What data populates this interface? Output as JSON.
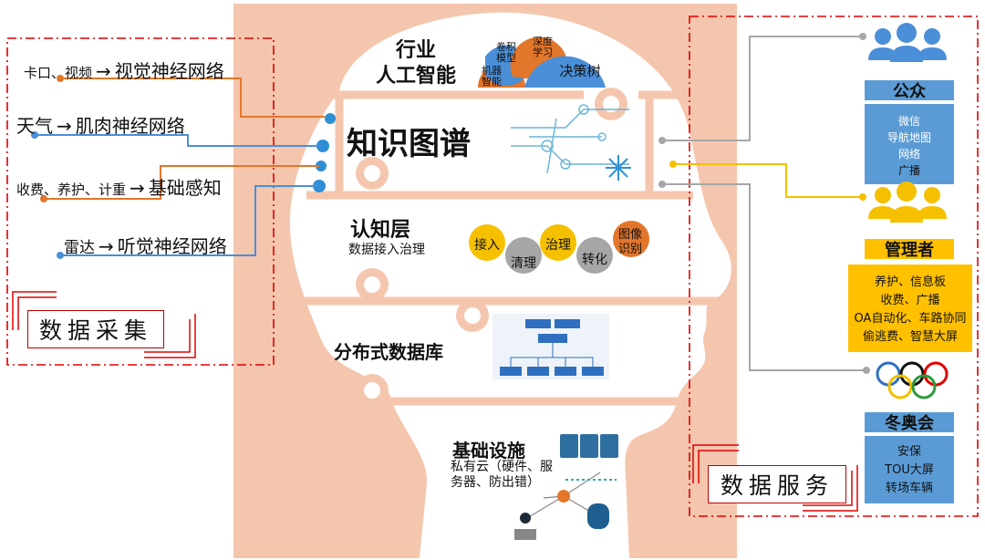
{
  "colors": {
    "head": "#f5c6ae",
    "brain": "#ffffff",
    "frame": "#e00000",
    "blue": "#4a8fd8",
    "orange": "#e2762a",
    "yellow": "#f5c000",
    "gray": "#a6a6a6",
    "svc_blue": "#5b9bd5",
    "mgr_yellow": "#ffc000"
  },
  "collection": {
    "title": "数据采集",
    "sources": [
      {
        "input": "卡口、视频",
        "arrow": "→",
        "output": "视觉神经网络"
      },
      {
        "input": "天气",
        "arrow": "→",
        "output": "肌肉神经网络"
      },
      {
        "input": "收费、养护、计重",
        "arrow": "→",
        "output": "基础感知"
      },
      {
        "input": "雷达",
        "arrow": "→",
        "output": "听觉神经网络"
      }
    ]
  },
  "head": {
    "industry_ai": {
      "title_line1": "行业",
      "title_line2": "人工智能",
      "bubbles": [
        {
          "text": "机器\n智能"
        },
        {
          "text": "卷积\n模型"
        },
        {
          "text": "深度\n学习"
        },
        {
          "text": "决策树"
        }
      ]
    },
    "knowledge_graph": {
      "title": "知识图谱"
    },
    "cognition": {
      "title": "认知层",
      "subtitle": "数据接入治理",
      "steps": [
        "接入",
        "清理",
        "治理",
        "转化",
        "图像识别"
      ]
    },
    "database": {
      "title": "分布式数据库"
    },
    "infrastructure": {
      "title": "基础设施",
      "subtitle": "私有云（硬件、服务器、防出错）"
    }
  },
  "services": {
    "title": "数据服务",
    "groups": [
      {
        "name": "公众",
        "icon": "people-icon",
        "items": [
          "微信",
          "导航地图",
          "网络",
          "广播"
        ]
      },
      {
        "name": "管理者",
        "icon": "people-icon",
        "items": [
          "养护、信息板",
          "收费、广播",
          "OA自动化、车路协同",
          "偷逃费、智慧大屏"
        ]
      },
      {
        "name": "冬奥会",
        "icon": "olympic-rings-icon",
        "items": [
          "安保",
          "TOU大屏",
          "转场车辆"
        ]
      }
    ]
  }
}
